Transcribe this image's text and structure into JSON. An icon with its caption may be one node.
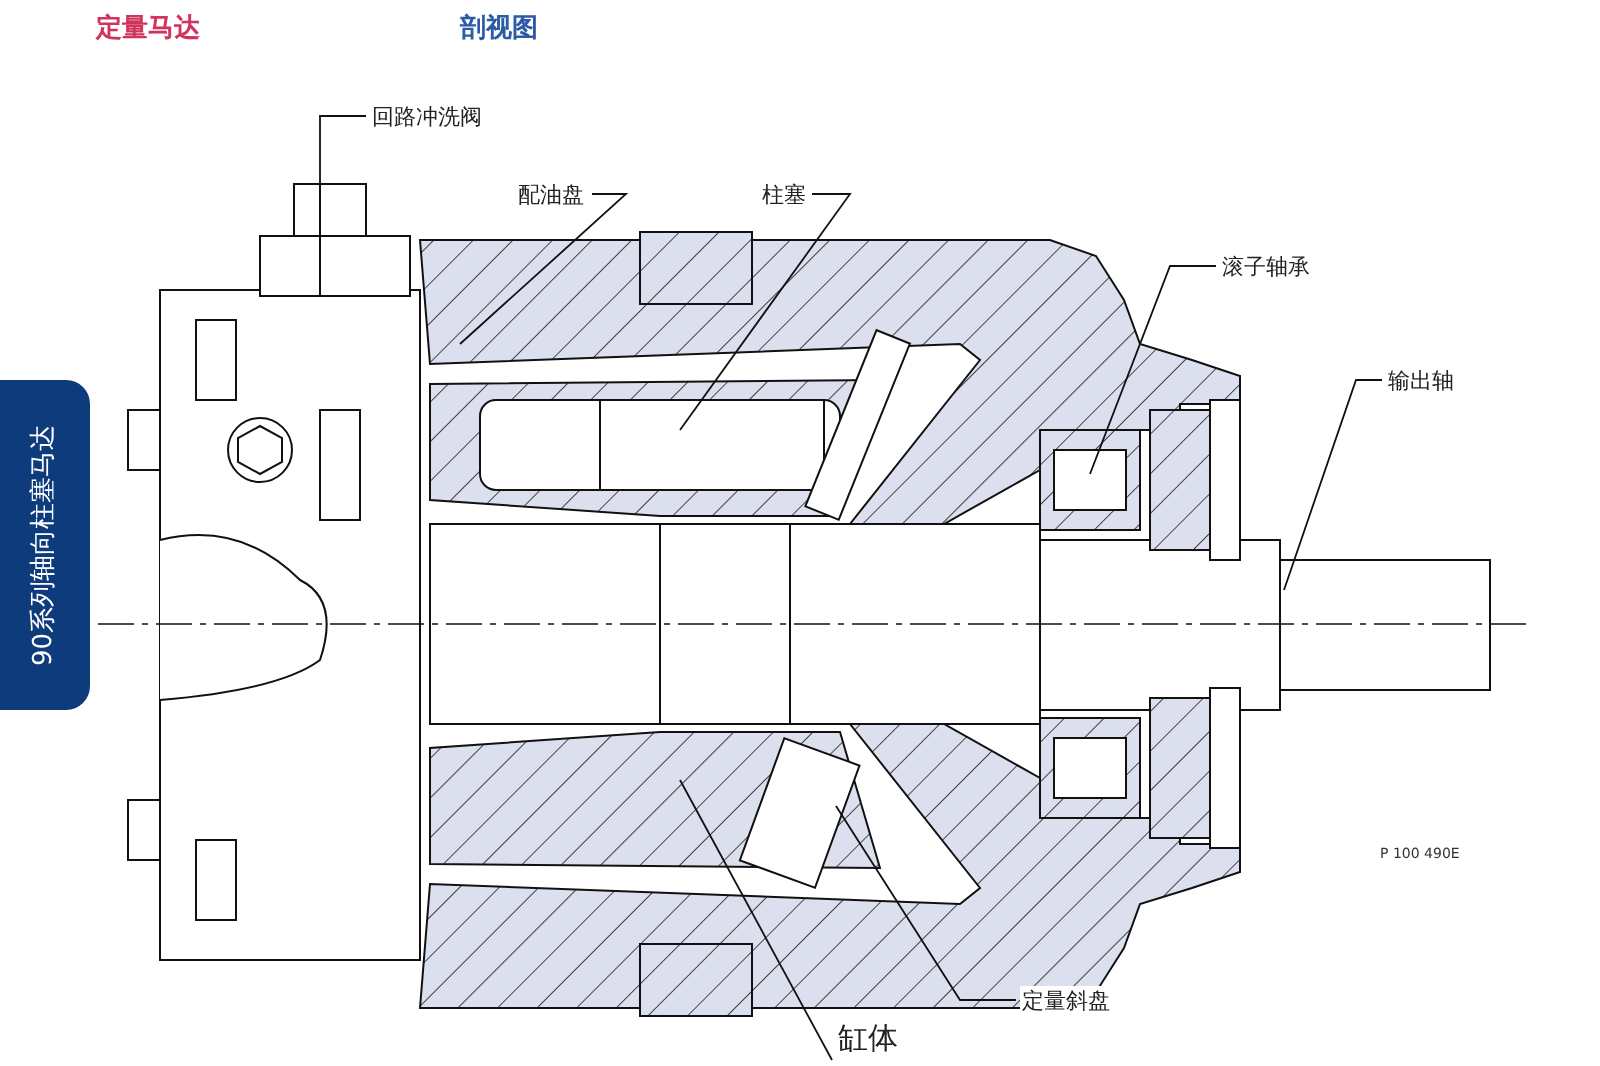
{
  "diagram": {
    "title": "定量马达",
    "nodes": [
      {
        "text": [
          "90系列轴向柱塞马达"
        ]
      },
      {
        "text": [
          "回路冲洗阀"
        ]
      },
      {
        "text": [
          "配油盘"
        ]
      },
      {
        "text": [
          "柱塞"
        ]
      },
      {
        "text": [
          "滚子轴承"
        ]
      },
      {
        "text": [
          "输出轴"
        ]
      },
      {
        "text": [
          "定量斜盘"
        ]
      },
      {
        "text": [
          "缸体"
        ]
      }
    ],
    "edges": [
      {
        "from": 1,
        "to": null,
        "arrow": "none"
      },
      {
        "from": 2,
        "to": null,
        "arrow": "none"
      },
      {
        "from": 3,
        "to": null,
        "arrow": "none"
      },
      {
        "from": 4,
        "to": null,
        "arrow": "none"
      },
      {
        "from": 5,
        "to": null,
        "arrow": "none"
      },
      {
        "from": 6,
        "to": null,
        "arrow": "none"
      },
      {
        "from": 7,
        "to": null,
        "arrow": "none"
      }
    ],
    "labels": [
      "剖视图",
      "P 100 490E"
    ]
  }
}
